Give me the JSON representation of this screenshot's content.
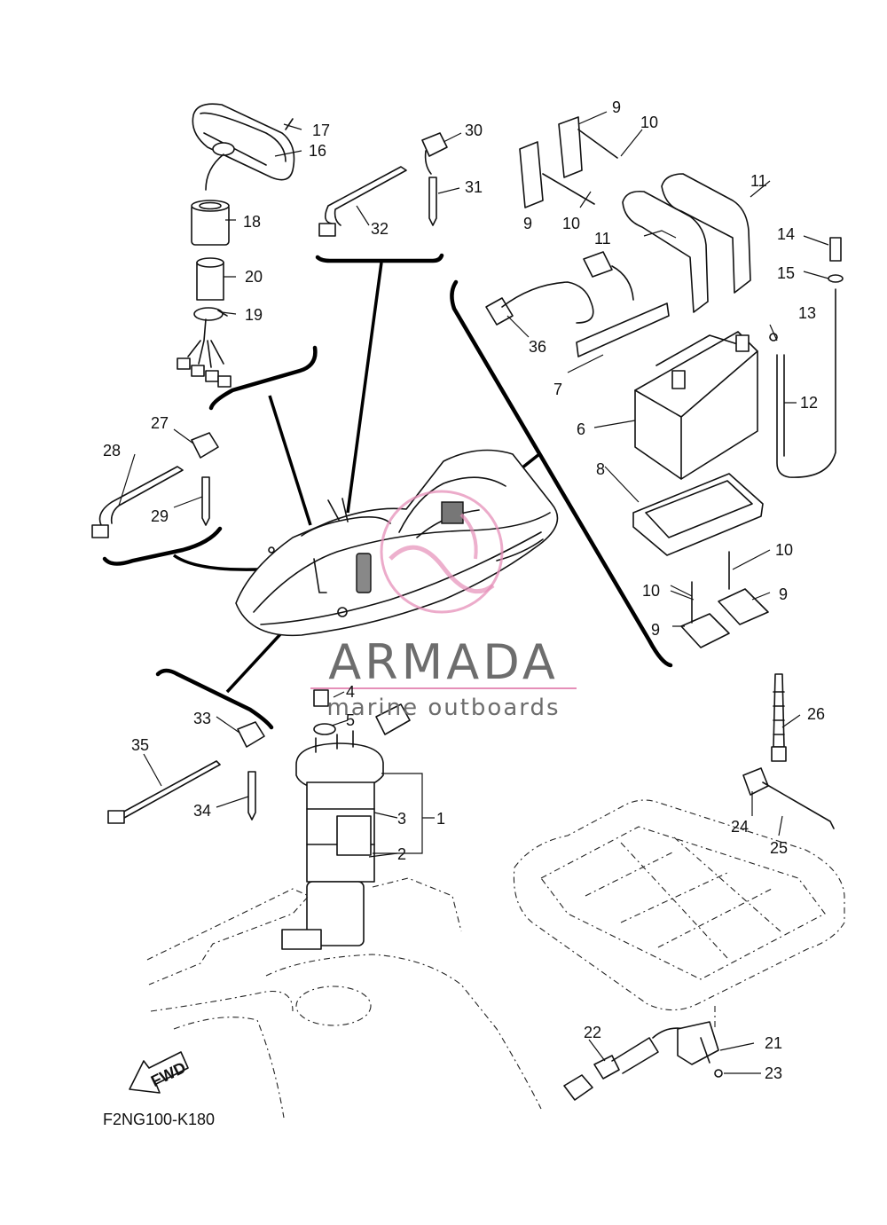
{
  "drawing_code": "F2NG100-K180",
  "fwd_label": "FWD",
  "watermark": {
    "brand": "ARMADA",
    "tagline": "marine outboards",
    "text_color": "#6d6d6d",
    "accent_color": "#e58fb8"
  },
  "callouts": [
    {
      "id": "1",
      "label": "1"
    },
    {
      "id": "2",
      "label": "2"
    },
    {
      "id": "3",
      "label": "3"
    },
    {
      "id": "4",
      "label": "4"
    },
    {
      "id": "5",
      "label": "5"
    },
    {
      "id": "6",
      "label": "6"
    },
    {
      "id": "7",
      "label": "7"
    },
    {
      "id": "8",
      "label": "8"
    },
    {
      "id": "9a",
      "label": "9"
    },
    {
      "id": "9b",
      "label": "9"
    },
    {
      "id": "9c",
      "label": "9"
    },
    {
      "id": "9d",
      "label": "9"
    },
    {
      "id": "10a",
      "label": "10"
    },
    {
      "id": "10b",
      "label": "10"
    },
    {
      "id": "10c",
      "label": "10"
    },
    {
      "id": "10d",
      "label": "10"
    },
    {
      "id": "11a",
      "label": "11"
    },
    {
      "id": "11b",
      "label": "11"
    },
    {
      "id": "12",
      "label": "12"
    },
    {
      "id": "13",
      "label": "13"
    },
    {
      "id": "14",
      "label": "14"
    },
    {
      "id": "15",
      "label": "15"
    },
    {
      "id": "16",
      "label": "16"
    },
    {
      "id": "17",
      "label": "17"
    },
    {
      "id": "18",
      "label": "18"
    },
    {
      "id": "19",
      "label": "19"
    },
    {
      "id": "20",
      "label": "20"
    },
    {
      "id": "21",
      "label": "21"
    },
    {
      "id": "22",
      "label": "22"
    },
    {
      "id": "23",
      "label": "23"
    },
    {
      "id": "24",
      "label": "24"
    },
    {
      "id": "25",
      "label": "25"
    },
    {
      "id": "26",
      "label": "26"
    },
    {
      "id": "27",
      "label": "27"
    },
    {
      "id": "28",
      "label": "28"
    },
    {
      "id": "29",
      "label": "29"
    },
    {
      "id": "30",
      "label": "30"
    },
    {
      "id": "31",
      "label": "31"
    },
    {
      "id": "32",
      "label": "32"
    },
    {
      "id": "33",
      "label": "33"
    },
    {
      "id": "34",
      "label": "34"
    },
    {
      "id": "35",
      "label": "35"
    },
    {
      "id": "36",
      "label": "36"
    }
  ]
}
